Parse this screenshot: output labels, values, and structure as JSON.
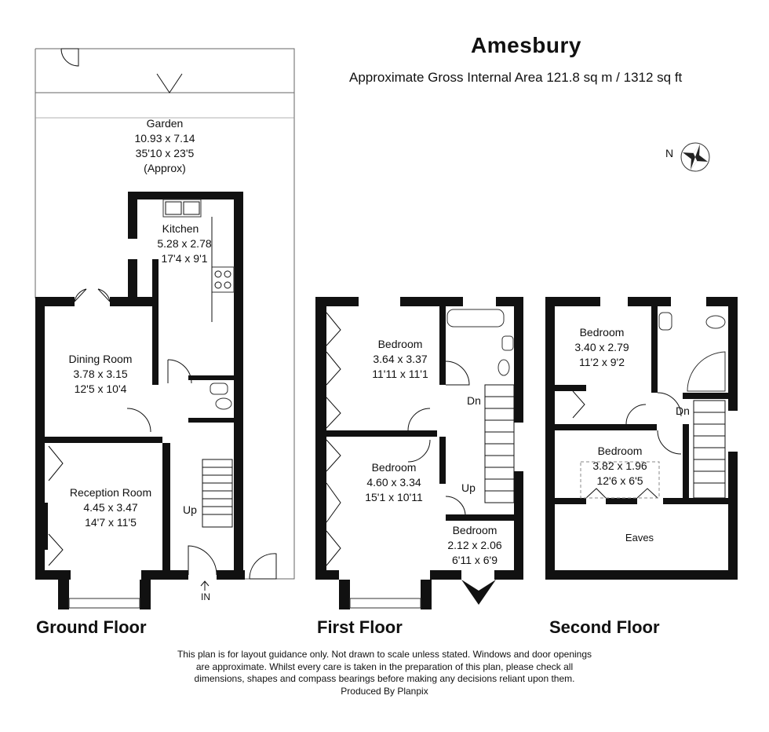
{
  "title": "Amesbury",
  "subtitle": "Approximate Gross Internal Area 121.8 sq m / 1312 sq ft",
  "compass": {
    "label": "N"
  },
  "floors": [
    {
      "label": "Ground Floor"
    },
    {
      "label": "First Floor"
    },
    {
      "label": "Second Floor"
    }
  ],
  "rooms": {
    "garden": {
      "name": "Garden",
      "metric": "10.93 x 7.14",
      "imperial": "35'10 x 23'5",
      "note": "(Approx)"
    },
    "kitchen": {
      "name": "Kitchen",
      "metric": "5.28 x 2.78",
      "imperial": "17'4 x 9'1"
    },
    "dining": {
      "name": "Dining Room",
      "metric": "3.78 x 3.15",
      "imperial": "12'5 x 10'4"
    },
    "reception": {
      "name": "Reception Room",
      "metric": "4.45 x 3.47",
      "imperial": "14'7 x 11'5"
    },
    "ff_bed1": {
      "name": "Bedroom",
      "metric": "3.64 x 3.37",
      "imperial": "11'11 x 11'1"
    },
    "ff_bed2": {
      "name": "Bedroom",
      "metric": "4.60 x 3.34",
      "imperial": "15'1 x 10'11"
    },
    "ff_bed3": {
      "name": "Bedroom",
      "metric": "2.12 x 2.06",
      "imperial": "6'11 x 6'9"
    },
    "sf_bed1": {
      "name": "Bedroom",
      "metric": "3.40 x 2.79",
      "imperial": "11'2 x 9'2"
    },
    "sf_bed2": {
      "name": "Bedroom",
      "metric": "3.82 x 1.96",
      "imperial": "12'6 x 6'5"
    },
    "eaves": {
      "name": "Eaves"
    }
  },
  "stair_labels": {
    "gf_up": "Up",
    "gf_in": "IN",
    "ff_dn": "Dn",
    "ff_up": "Up",
    "sf_dn": "Dn"
  },
  "disclaimer": [
    "This plan is for layout guidance only. Not drawn to scale unless stated. Windows and door openings",
    "are approximate. Whilst every care is taken in the preparation of this plan, please check all",
    "dimensions, shapes and compass bearings before making any decisions reliant upon them.",
    "Produced By Planpix"
  ]
}
